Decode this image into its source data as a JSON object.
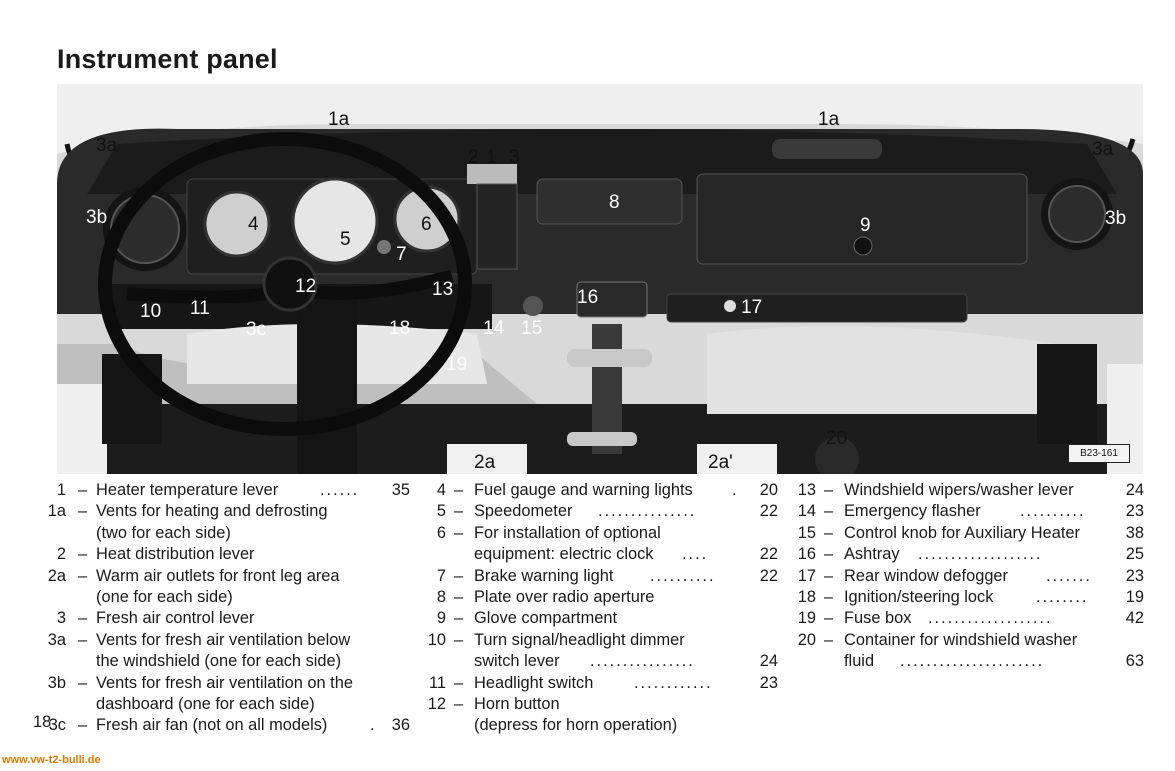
{
  "title": "Instrument panel",
  "photo": {
    "plate_label": "B23-161",
    "callouts": {
      "c1a_left": "1a",
      "c1a_right": "1a",
      "c3a_left": "3a",
      "c3a_right": "3a",
      "c3b_left": "3b",
      "c3b_right": "3b",
      "c2": "2",
      "c1": "1",
      "c3": "3",
      "c4": "4",
      "c5": "5",
      "c6": "6",
      "c7": "7",
      "c8": "8",
      "c9": "9",
      "c10": "10",
      "c11": "11",
      "c12": "12",
      "c13": "13",
      "c14": "14",
      "c15": "15",
      "c16": "16",
      "c17": "17",
      "c18": "18",
      "c19": "19",
      "c20": "20",
      "c3c": "3c",
      "c2a_left": "2a",
      "c2a_right": "2a'"
    }
  },
  "legend": {
    "col1": [
      {
        "num": "1",
        "text": "Heater temperature lever",
        "dots": "......",
        "page": "35"
      },
      {
        "num": "1a",
        "text": "Vents for heating and defrosting",
        "dots": "",
        "page": ""
      },
      {
        "num": "",
        "text": "(two for each side)",
        "dots": "",
        "page": ""
      },
      {
        "num": "2",
        "text": "Heat distribution lever",
        "dots": "",
        "page": ""
      },
      {
        "num": "2a",
        "text": "Warm air outlets for front leg area",
        "dots": "",
        "page": ""
      },
      {
        "num": "",
        "text": "(one for each side)",
        "dots": "",
        "page": ""
      },
      {
        "num": "3",
        "text": "Fresh air control lever",
        "dots": "",
        "page": ""
      },
      {
        "num": "3a",
        "text": "Vents for fresh air ventilation below",
        "dots": "",
        "page": ""
      },
      {
        "num": "",
        "text": "the windshield (one for each side)",
        "dots": "",
        "page": ""
      },
      {
        "num": "3b",
        "text": "Vents for fresh air ventilation on the",
        "dots": "",
        "page": ""
      },
      {
        "num": "",
        "text": "dashboard (one for each side)",
        "dots": "",
        "page": ""
      },
      {
        "num": "3c",
        "text": "Fresh air fan (not on all models)",
        "dots": ".",
        "page": "36"
      }
    ],
    "col2": [
      {
        "num": "4",
        "text": "Fuel gauge and warning lights",
        "dots": ".",
        "page": "20"
      },
      {
        "num": "5",
        "text": "Speedometer",
        "dots": "...............",
        "page": "22"
      },
      {
        "num": "6",
        "text": "For installation of optional",
        "dots": "",
        "page": ""
      },
      {
        "num": "",
        "text": "equipment: electric clock",
        "dots": "....",
        "page": "22"
      },
      {
        "num": "7",
        "text": "Brake warning light",
        "dots": "..........",
        "page": "22"
      },
      {
        "num": "8",
        "text": "Plate over radio aperture",
        "dots": "",
        "page": ""
      },
      {
        "num": "9",
        "text": "Glove compartment",
        "dots": "",
        "page": ""
      },
      {
        "num": "10",
        "text": "Turn signal/headlight dimmer",
        "dots": "",
        "page": ""
      },
      {
        "num": "",
        "text": "switch lever",
        "dots": "................",
        "page": "24"
      },
      {
        "num": "11",
        "text": "Headlight switch",
        "dots": "............",
        "page": "23"
      },
      {
        "num": "12",
        "text": "Horn button",
        "dots": "",
        "page": ""
      },
      {
        "num": "",
        "text": "(depress for horn operation)",
        "dots": "",
        "page": ""
      }
    ],
    "col3": [
      {
        "num": "13",
        "text": "Windshield wipers/washer lever",
        "dots": "",
        "page": "24"
      },
      {
        "num": "14",
        "text": "Emergency flasher",
        "dots": "..........",
        "page": "23"
      },
      {
        "num": "15",
        "text": "Control knob for Auxiliary Heater",
        "dots": "",
        "page": "38"
      },
      {
        "num": "16",
        "text": "Ashtray",
        "dots": "...................",
        "page": "25"
      },
      {
        "num": "17",
        "text": "Rear window defogger",
        "dots": ".......",
        "page": "23"
      },
      {
        "num": "18",
        "text": "Ignition/steering lock",
        "dots": "........",
        "page": "19"
      },
      {
        "num": "19",
        "text": "Fuse box",
        "dots": "...................",
        "page": "42"
      },
      {
        "num": "20",
        "text": "Container for windshield washer",
        "dots": "",
        "page": ""
      },
      {
        "num": "",
        "text": "fluid",
        "dots": "......................",
        "page": "63"
      }
    ]
  },
  "page_number": "18",
  "footer_url": "www.vw-t2-bulli.de"
}
